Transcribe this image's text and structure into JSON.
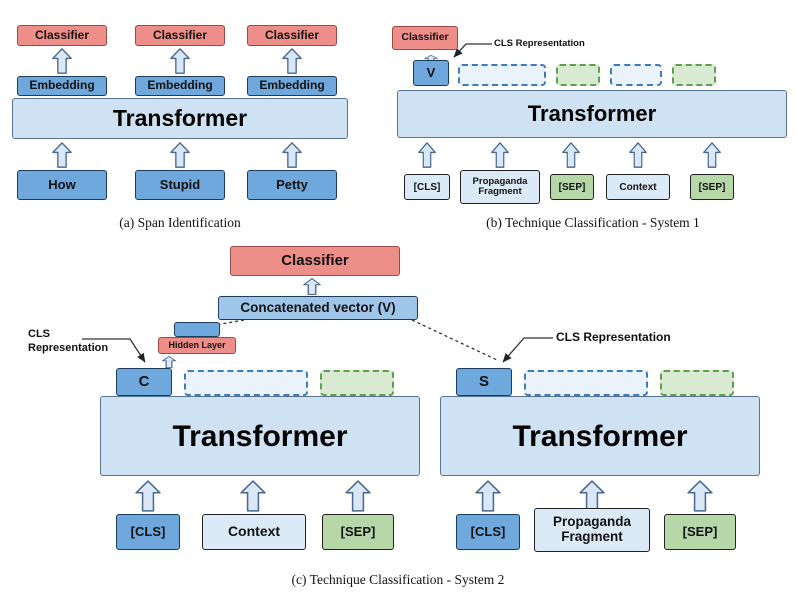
{
  "colors": {
    "classifier_red": "#EE8E88",
    "solid_blue": "#6FA8DC",
    "panel_blue": "#CFE2F3",
    "light_blue": "#DCE9F7",
    "sep_green": "#B6D7A8",
    "dashed_blue_border": "#3D7BBF",
    "dashed_green_fill": "#D9EAD3"
  },
  "panel_a": {
    "caption": "(a) Span Identification",
    "classifier": "Classifier",
    "embedding": "Embedding",
    "transformer": "Transformer",
    "tokens": [
      "How",
      "Stupid",
      "Petty"
    ]
  },
  "panel_b": {
    "caption": "(b) Technique Classification - System 1",
    "classifier": "Classifier",
    "cls_representation": "CLS Representation",
    "v": "V",
    "transformer": "Transformer",
    "inputs": [
      "[CLS]",
      "Propaganda Fragment",
      "[SEP]",
      "Context",
      "[SEP]"
    ]
  },
  "panel_c": {
    "caption": "(c) Technique Classification - System 2",
    "classifier": "Classifier",
    "concatenated_vector": "Concatenated vector (V)",
    "hidden_layer": "Hidden Layer",
    "cls_representation_left": "CLS\nRepresentation",
    "cls_representation_right": "CLS Representation",
    "c": "C",
    "s": "S",
    "transformer_left": "Transformer",
    "transformer_right": "Transformer",
    "left_inputs": [
      "[CLS]",
      "Context",
      "[SEP]"
    ],
    "right_inputs": [
      "[CLS]",
      "Propaganda Fragment",
      "[SEP]"
    ]
  }
}
